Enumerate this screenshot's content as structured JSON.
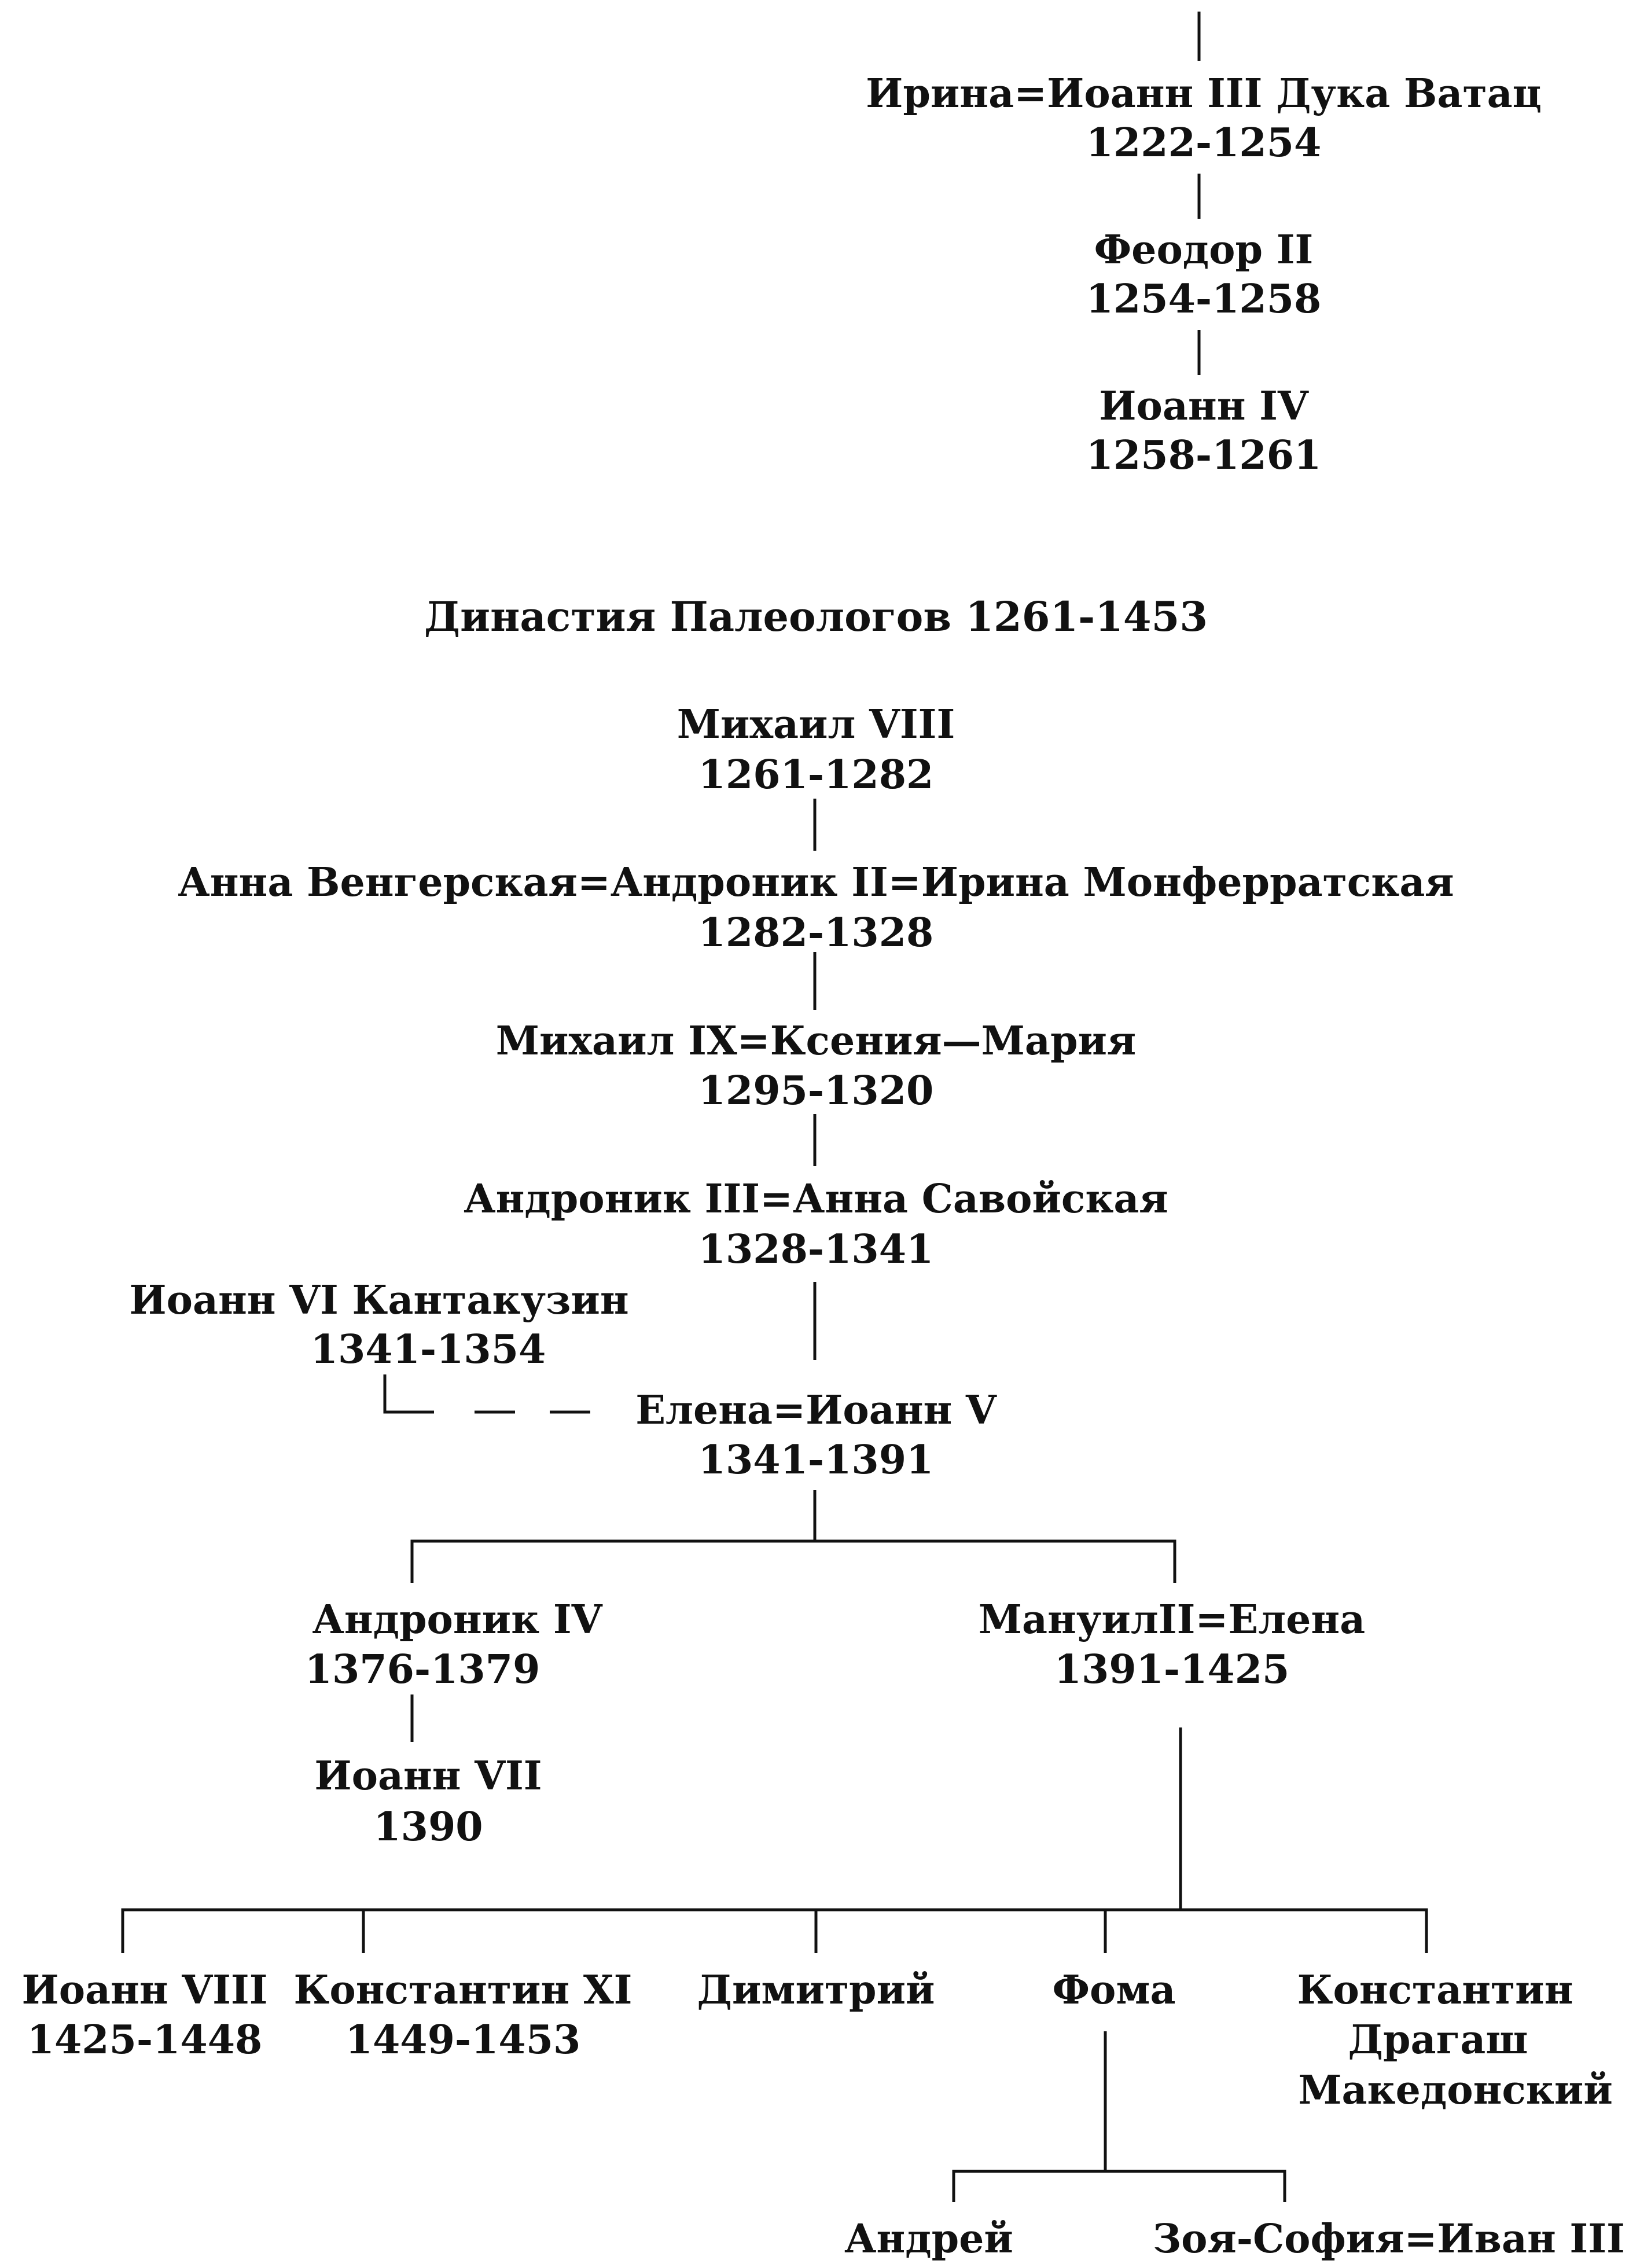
{
  "title": "Династия Палеологов 1261-1453",
  "top": {
    "n1": "Ирина=Иоанн III Дука Ватац",
    "d1": "1222-1254",
    "n2": "Феодор II",
    "d2": "1254-1258",
    "n3": "Иоанн IV",
    "d3": "1258-1261"
  },
  "palaeologi": {
    "mikhail8": "Михаил VIII",
    "mikhail8_years": "1261-1282",
    "andronikos2": "Анна Венгерская=Андроник II=Ирина Монферратская",
    "andronikos2_years": "1282-1328",
    "mikhail9": "Михаил IX=Ксения—Мария",
    "mikhail9_years": "1295-1320",
    "andronikos3": "Андроник III=Анна Савойская",
    "andronikos3_years": "1328-1341",
    "kantakouzenos": "Иоанн VI Кантакузин",
    "kantakouzenos_years": "1341-1354",
    "ioann5": "Елена=Иоанн V",
    "ioann5_years": "1341-1391",
    "andronikos4": "Андроник IV",
    "andronikos4_years": "1376-1379",
    "ioann7": "Иоанн VII",
    "ioann7_years": "1390",
    "manuel2": "МануилII=Елена",
    "manuel2_years": "1391-1425",
    "ioann8": "Иоанн VIII",
    "ioann8_years": "1425-1448",
    "konst11": "Константин XI",
    "konst11_years": "1449-1453",
    "dimitriy": "Димитрий",
    "foma": "Фома",
    "konst_l1": "Константин",
    "konst_l2": "Драгаш",
    "konst_l3": "Македонский",
    "andrey": "Андрей",
    "zoya": "Зоя-София=Иван III"
  }
}
